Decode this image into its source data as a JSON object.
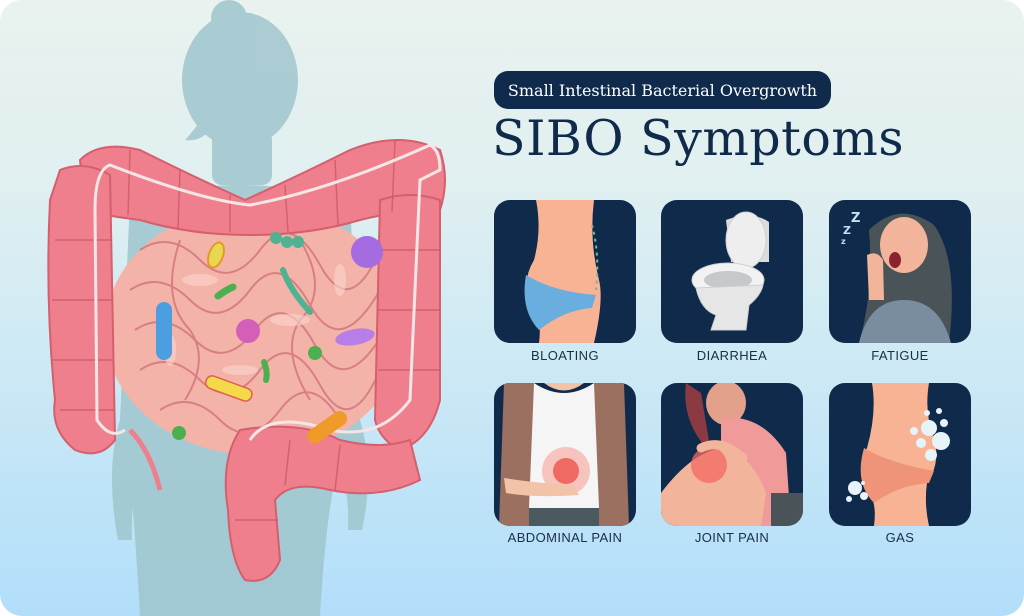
{
  "header": {
    "subtitle": "Small Intestinal Bacterial Overgrowth",
    "title": "SIBO Symptoms"
  },
  "illustration": {
    "description": "Silhouette of a woman with large intestine and small intestine containing assorted bacteria",
    "icons": [
      "person-silhouette-icon",
      "large-intestine-icon",
      "small-intestine-icon",
      "bacteria-icons"
    ]
  },
  "symptoms": [
    {
      "label": "BLOATING",
      "icon": "bloating-icon"
    },
    {
      "label": "DIARRHEA",
      "icon": "toilet-icon"
    },
    {
      "label": "FATIGUE",
      "icon": "yawning-woman-icon"
    },
    {
      "label": "ABDOMINAL PAIN",
      "icon": "abdominal-pain-icon"
    },
    {
      "label": "JOINT PAIN",
      "icon": "knee-pain-icon"
    },
    {
      "label": "GAS",
      "icon": "gas-bubbles-icon"
    }
  ],
  "colors": {
    "navy": "#0f2a4a",
    "background_top": "#e9f2ef",
    "background_bottom": "#b2defa",
    "intestine": "#ef7f8c",
    "skin": "#f8b394"
  }
}
